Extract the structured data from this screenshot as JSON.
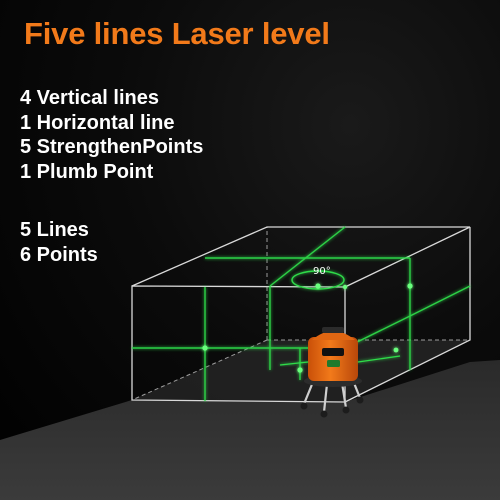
{
  "title": "Five lines Laser level",
  "features": [
    "4 Vertical lines",
    "1 Horizontal line",
    "5 StrengthenPoints",
    "1 Plumb Point"
  ],
  "summary": [
    "5 Lines",
    "6 Points"
  ],
  "diagram": {
    "angle_label": "90°"
  },
  "colors": {
    "title": "#f27a1a",
    "text": "#ffffff",
    "laser": "#2fdc4a",
    "box_edge": "#d9d9d9",
    "device_body": "#f06a10"
  }
}
